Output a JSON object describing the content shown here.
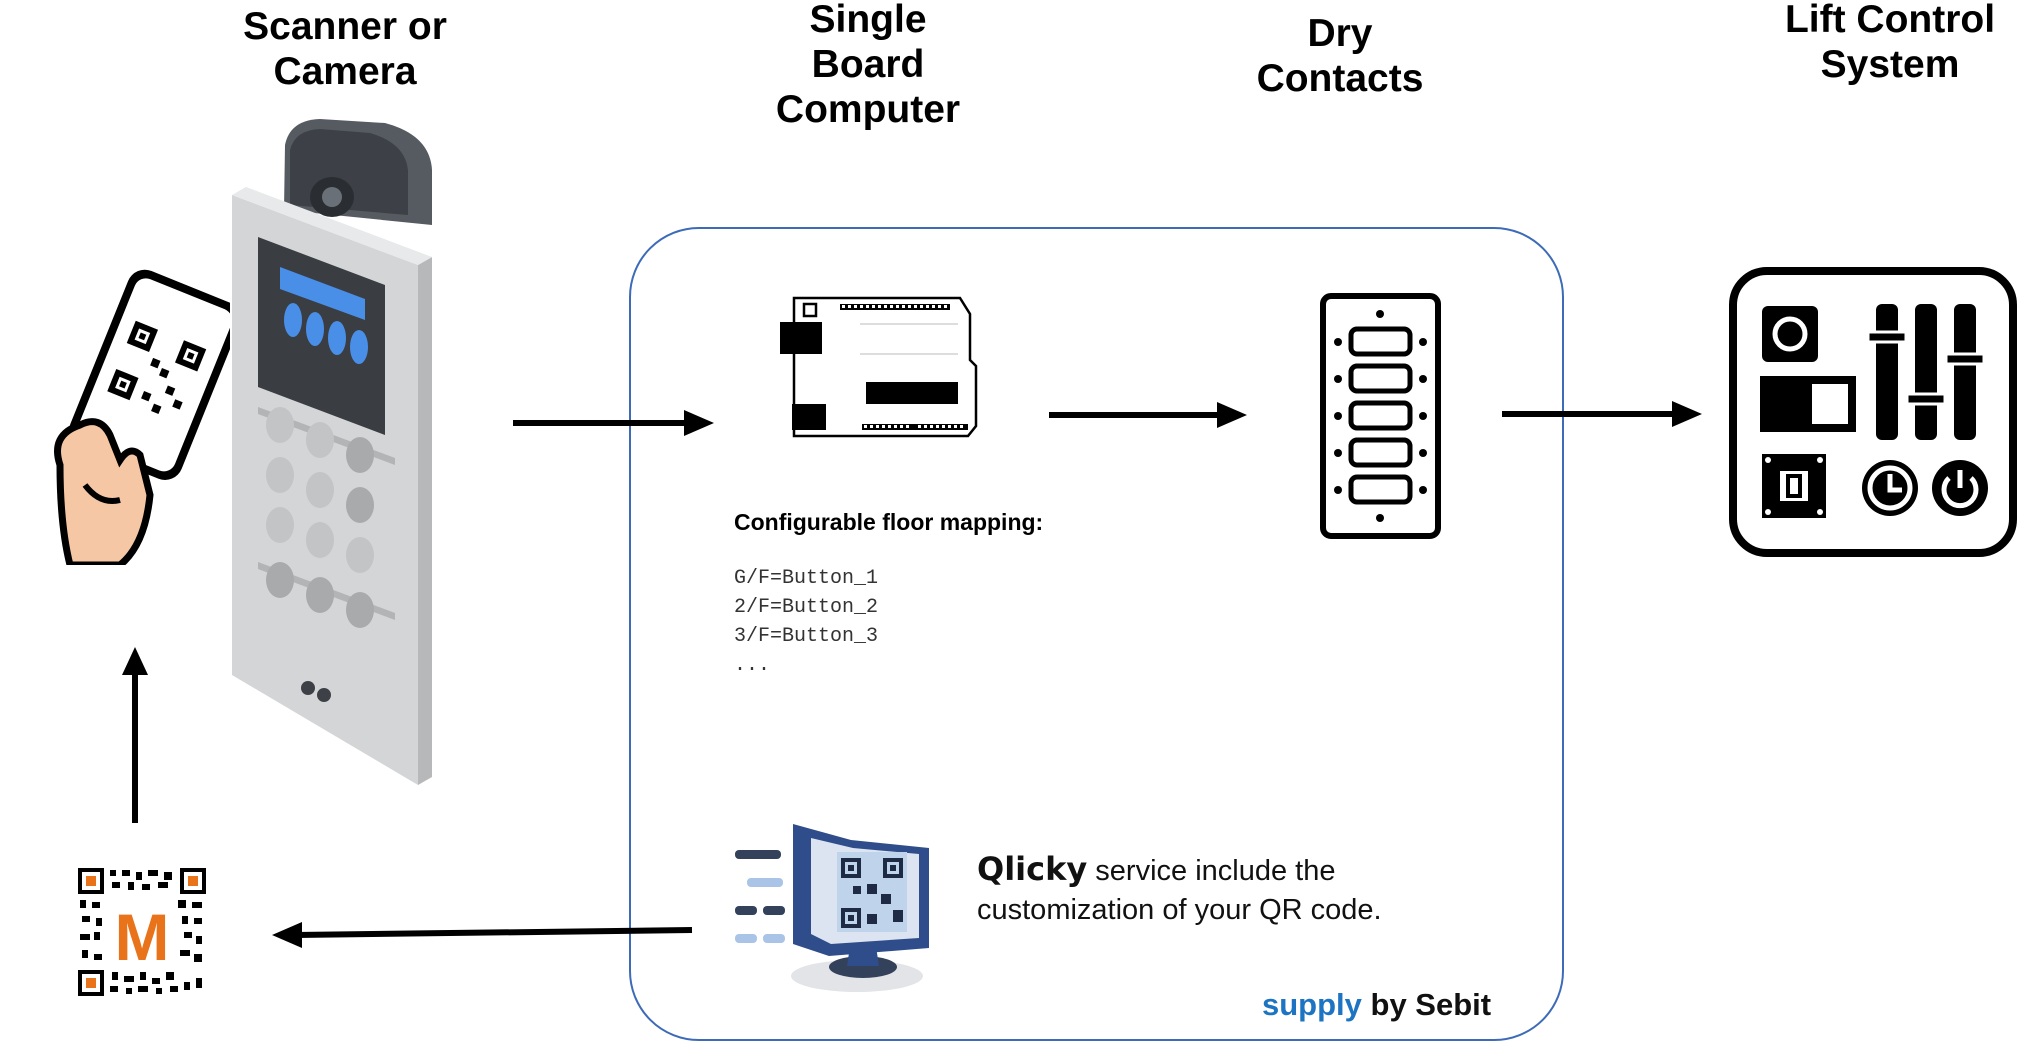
{
  "headings": {
    "scanner": [
      "Scanner or",
      "Camera"
    ],
    "sbc": [
      "Single",
      "Board",
      "Computer"
    ],
    "dry": [
      "Dry",
      "Contacts"
    ],
    "lift": [
      "Lift Control",
      "System"
    ]
  },
  "mapping": {
    "title": "Configurable floor mapping:",
    "lines": [
      "G/F=Button_1",
      "2/F=Button_2",
      "3/F=Button_3",
      "..."
    ]
  },
  "promo": {
    "brand": "Qlicky",
    "text_part1": " service include the",
    "text_part2": "customization of your QR code."
  },
  "signature": {
    "accent": "supply",
    "rest": " by Sebit"
  },
  "qr_code_letter": "M",
  "colors": {
    "panel_border": "#3e6bb8",
    "accent_blue": "#1d74c2",
    "qr_orange": "#e8731a",
    "keypad_blue": "#4a8fe7"
  }
}
